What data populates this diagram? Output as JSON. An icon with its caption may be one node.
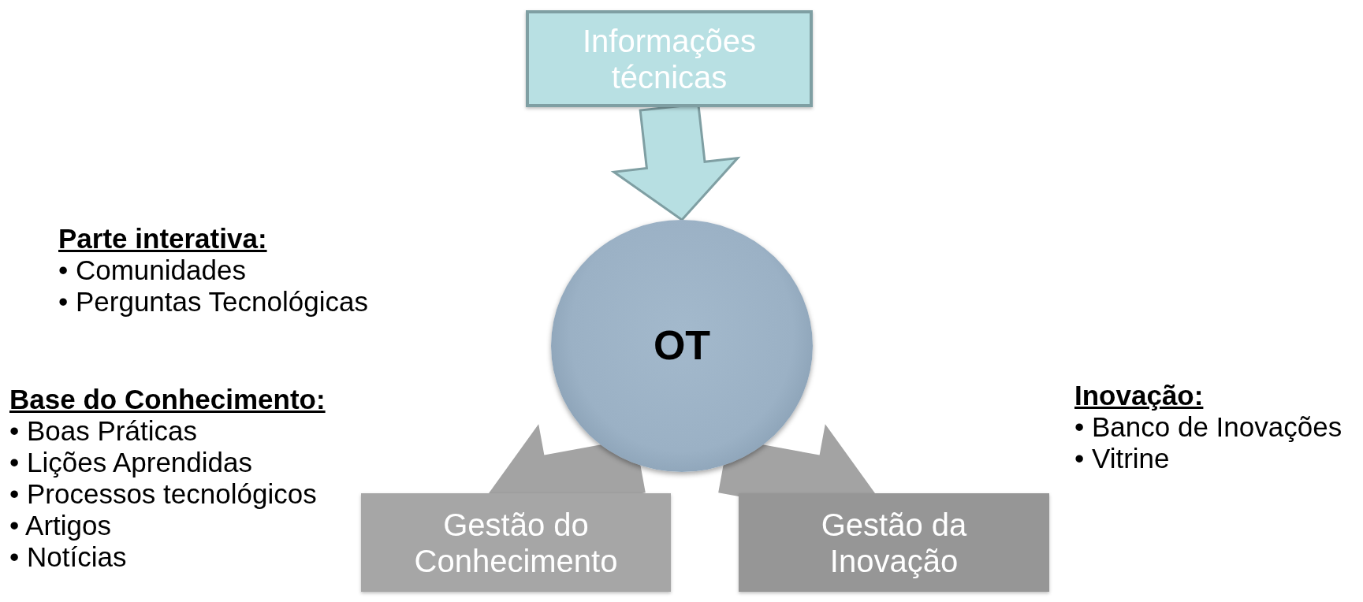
{
  "diagram": {
    "nodes": [
      {
        "text": [
          "Informações técnicas"
        ]
      },
      {
        "text": [
          "OT"
        ]
      },
      {
        "text": [
          "Gestão do Conhecimento"
        ]
      },
      {
        "text": [
          "Gestão da Inovação"
        ]
      }
    ],
    "edges": [
      {
        "from": 0,
        "to": 1,
        "arrow": "to",
        "color": "#b7dfe2"
      },
      {
        "from": 1,
        "to": 2,
        "arrow": "to"
      },
      {
        "from": 1,
        "to": 3,
        "arrow": "to"
      }
    ],
    "labels": [
      "Parte interativa:",
      "• Comunidades",
      "• Perguntas Tecnológicas",
      "Base do Conhecimento:",
      "• Boas Práticas",
      "• Lições Aprendidas",
      "• Processos tecnológicos",
      "• Artigos",
      "• Notícias",
      "Inovação:",
      "• Banco de Inovações",
      "• Vitrine"
    ]
  }
}
